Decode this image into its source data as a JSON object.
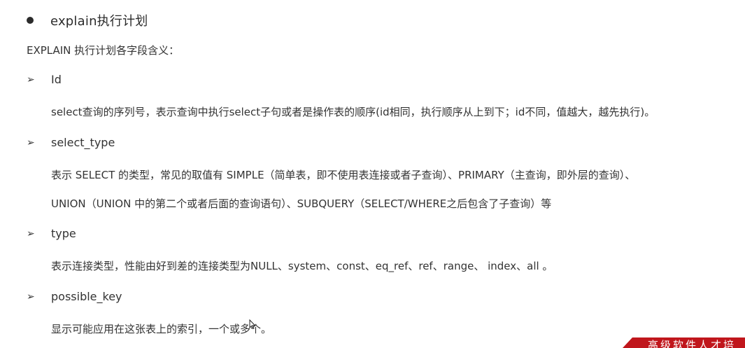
{
  "heading": "explain执行计划",
  "intro": "EXPLAIN 执行计划各字段含义：",
  "items": [
    {
      "title": "Id",
      "lines": [
        "select查询的序列号，表示查询中执行select子句或者是操作表的顺序(id相同，执行顺序从上到下；id不同，值越大，越先执行)。"
      ]
    },
    {
      "title": "select_type",
      "lines": [
        "表示 SELECT 的类型，常见的取值有 SIMPLE（简单表，即不使用表连接或者子查询）、PRIMARY（主查询，即外层的查询）、",
        "UNION（UNION 中的第二个或者后面的查询语句）、SUBQUERY（SELECT/WHERE之后包含了子查询）等"
      ]
    },
    {
      "title": "type",
      "lines": [
        "表示连接类型，性能由好到差的连接类型为NULL、system、const、eq_ref、ref、range、 index、all 。"
      ]
    },
    {
      "title": "possible_key",
      "lines": [
        "显示可能应用在这张表上的索引，一个或多个。"
      ]
    }
  ],
  "icons": {
    "bullet": "filled-circle-icon",
    "item_marker": "arrow-bullet-icon",
    "cursor": "mouse-cursor-icon"
  },
  "banner": {
    "text": "高级软件人才培",
    "color": "#c0161c"
  }
}
